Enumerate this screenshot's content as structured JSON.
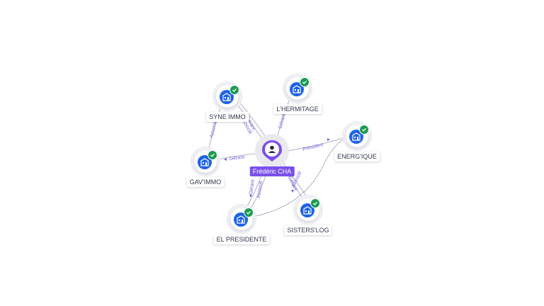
{
  "person": {
    "name": "Frédéric CHA",
    "icon": "user-icon",
    "color": "#7a50ea"
  },
  "companies": [
    {
      "id": "syne",
      "label": "SYNE IMMO",
      "icon": "building-icon",
      "status_icon": "check-icon"
    },
    {
      "id": "lhermitage",
      "label": "L'HERMITAGE",
      "icon": "building-icon",
      "status_icon": "check-icon"
    },
    {
      "id": "energique",
      "label": "ENERG'IQUE",
      "icon": "building-icon",
      "status_icon": "check-icon"
    },
    {
      "id": "gavimmo",
      "label": "GAV'IMMO",
      "icon": "building-icon",
      "status_icon": "check-icon"
    },
    {
      "id": "elpresidente",
      "label": "EL PRESIDENTE",
      "icon": "building-icon",
      "status_icon": "check-icon"
    },
    {
      "id": "sisterslog",
      "label": "SISTERS'LOG",
      "icon": "building-icon",
      "status_icon": "check-icon"
    }
  ],
  "edges": [
    {
      "from": "person",
      "to": "syne",
      "label": "Gérant"
    },
    {
      "from": "person",
      "to": "syne",
      "label": "Associé"
    },
    {
      "from": "person",
      "to": "lhermitage",
      "label": "Gérant"
    },
    {
      "from": "person",
      "to": "energique",
      "label": "Président"
    },
    {
      "from": "person",
      "to": "gavimmo",
      "label": "Gérant"
    },
    {
      "from": "syne",
      "to": "gavimmo",
      "label": "Associé"
    },
    {
      "from": "person",
      "to": "elpresidente",
      "label": "Gérant"
    },
    {
      "from": "person",
      "to": "elpresidente",
      "label": "Associé"
    },
    {
      "from": "person",
      "to": "sisterslog",
      "label": "Gérant"
    },
    {
      "from": "person",
      "to": "sisterslog",
      "label": "Associé"
    },
    {
      "from": "elpresidente",
      "to": "energique",
      "label": ""
    }
  ],
  "colors": {
    "accent": "#7a50ea",
    "company": "#1e63e6",
    "verified": "#1d9a52",
    "edge": "#9aa0b4",
    "edge_label": "#7b5ce0"
  }
}
